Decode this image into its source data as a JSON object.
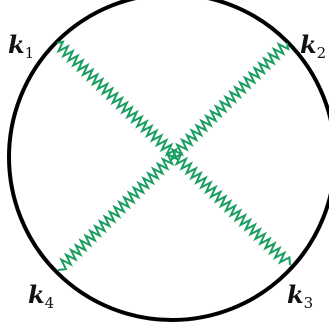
{
  "diagram": {
    "momenta": [
      {
        "symbol": "k",
        "index": "1"
      },
      {
        "symbol": "k",
        "index": "2"
      },
      {
        "symbol": "k",
        "index": "3"
      },
      {
        "symbol": "k",
        "index": "4"
      }
    ],
    "colors": {
      "circle": "#000000",
      "propagator": "#1a9e62",
      "label": "#111111"
    },
    "propagator_style": "zigzag",
    "propagators": [
      {
        "from": "k1",
        "to": "k3"
      },
      {
        "from": "k2",
        "to": "k4"
      }
    ]
  }
}
